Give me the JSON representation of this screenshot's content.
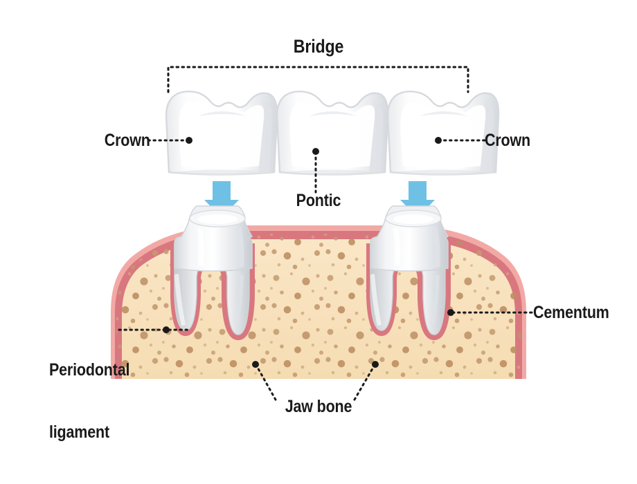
{
  "diagram": {
    "title": "Bridge",
    "subject": "dental-bridge-cross-section",
    "background_color": "#ffffff"
  },
  "labels": {
    "bridge": "Bridge",
    "crown_left": "Crown",
    "crown_right": "Crown",
    "pontic": "Pontic",
    "cementum": "Cementum",
    "periodontal_ligament_line1": "Periodontal",
    "periodontal_ligament_line2": "ligament",
    "jaw_bone": "Jaw bone"
  },
  "colors": {
    "text": "#1a1a1a",
    "leader_line": "#1a1a1a",
    "arrow": "#6ec1e4",
    "enamel_light": "#ffffff",
    "enamel_shade": "#eceef0",
    "enamel_outline": "#d6d9dd",
    "dentin_grey": "#c9ccd1",
    "gum_outer": "#f2a9a5",
    "gum_inner": "#d9777f",
    "bone_fill": "#f7dfb8",
    "bone_speckle": "#c19a6b"
  },
  "parts": [
    {
      "name": "crown",
      "count": 2,
      "description": "abutment crowns of the bridge"
    },
    {
      "name": "pontic",
      "count": 1,
      "description": "false tooth replacing the missing tooth"
    },
    {
      "name": "abutment-tooth",
      "count": 2,
      "description": "prepared natural teeth supporting the bridge"
    },
    {
      "name": "arrow",
      "count": 2,
      "description": "placement direction of crowns onto abutments"
    }
  ]
}
